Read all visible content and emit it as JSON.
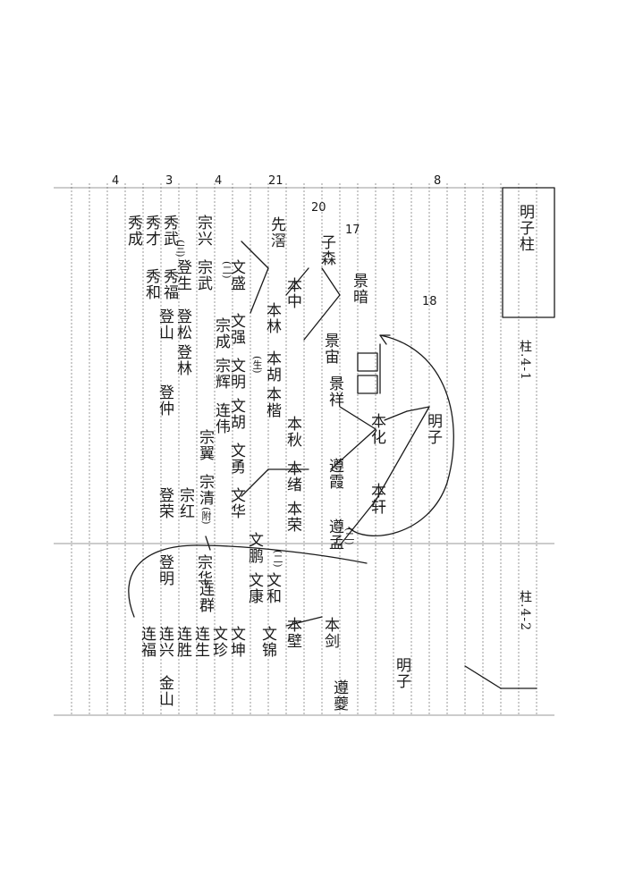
{
  "header": {
    "volume_title": "明子柱",
    "page_ref_1": "柱.4-1",
    "page_ref_2": "柱.4-2"
  },
  "margin_numbers": [
    "8",
    "17",
    "18",
    "20",
    "21",
    "3",
    "4",
    "4"
  ],
  "tree": {
    "root": "明子",
    "gen1": [
      "本化",
      "本轩"
    ],
    "gen2": [
      "景暗",
      "景宙",
      "景祥",
      "遵霞",
      "遵孟",
      "明子",
      "遵夔"
    ],
    "gen3": [
      "子森",
      "本中",
      "本林",
      "本胡",
      "本楷",
      "本秋",
      "本绪",
      "本荣",
      "本剑",
      "本壁"
    ],
    "gen4": [
      "先滘",
      "文盛",
      "文强",
      "文明",
      "文胡",
      "文勇",
      "文华",
      "文鹏",
      "文康",
      "文和",
      "文锦",
      "文坤",
      "文珍"
    ],
    "gen5": [
      "宗兴",
      "宗武",
      "宗成",
      "宗辉",
      "宗翼",
      "宗清",
      "宗红",
      "宗华"
    ],
    "gen6": [
      "登生",
      "登林",
      "登松",
      "登山",
      "登仲",
      "登荣",
      "登明",
      "连伟",
      "连群",
      "连兴",
      "连生",
      "连胜",
      "连福",
      "金山"
    ],
    "gen7": [
      "秀成",
      "秀才",
      "秀武",
      "秀福",
      "秀和"
    ],
    "notes": [
      "(生)",
      "(二)",
      "(附)",
      "(二)",
      "(三)",
      "(二)"
    ]
  }
}
